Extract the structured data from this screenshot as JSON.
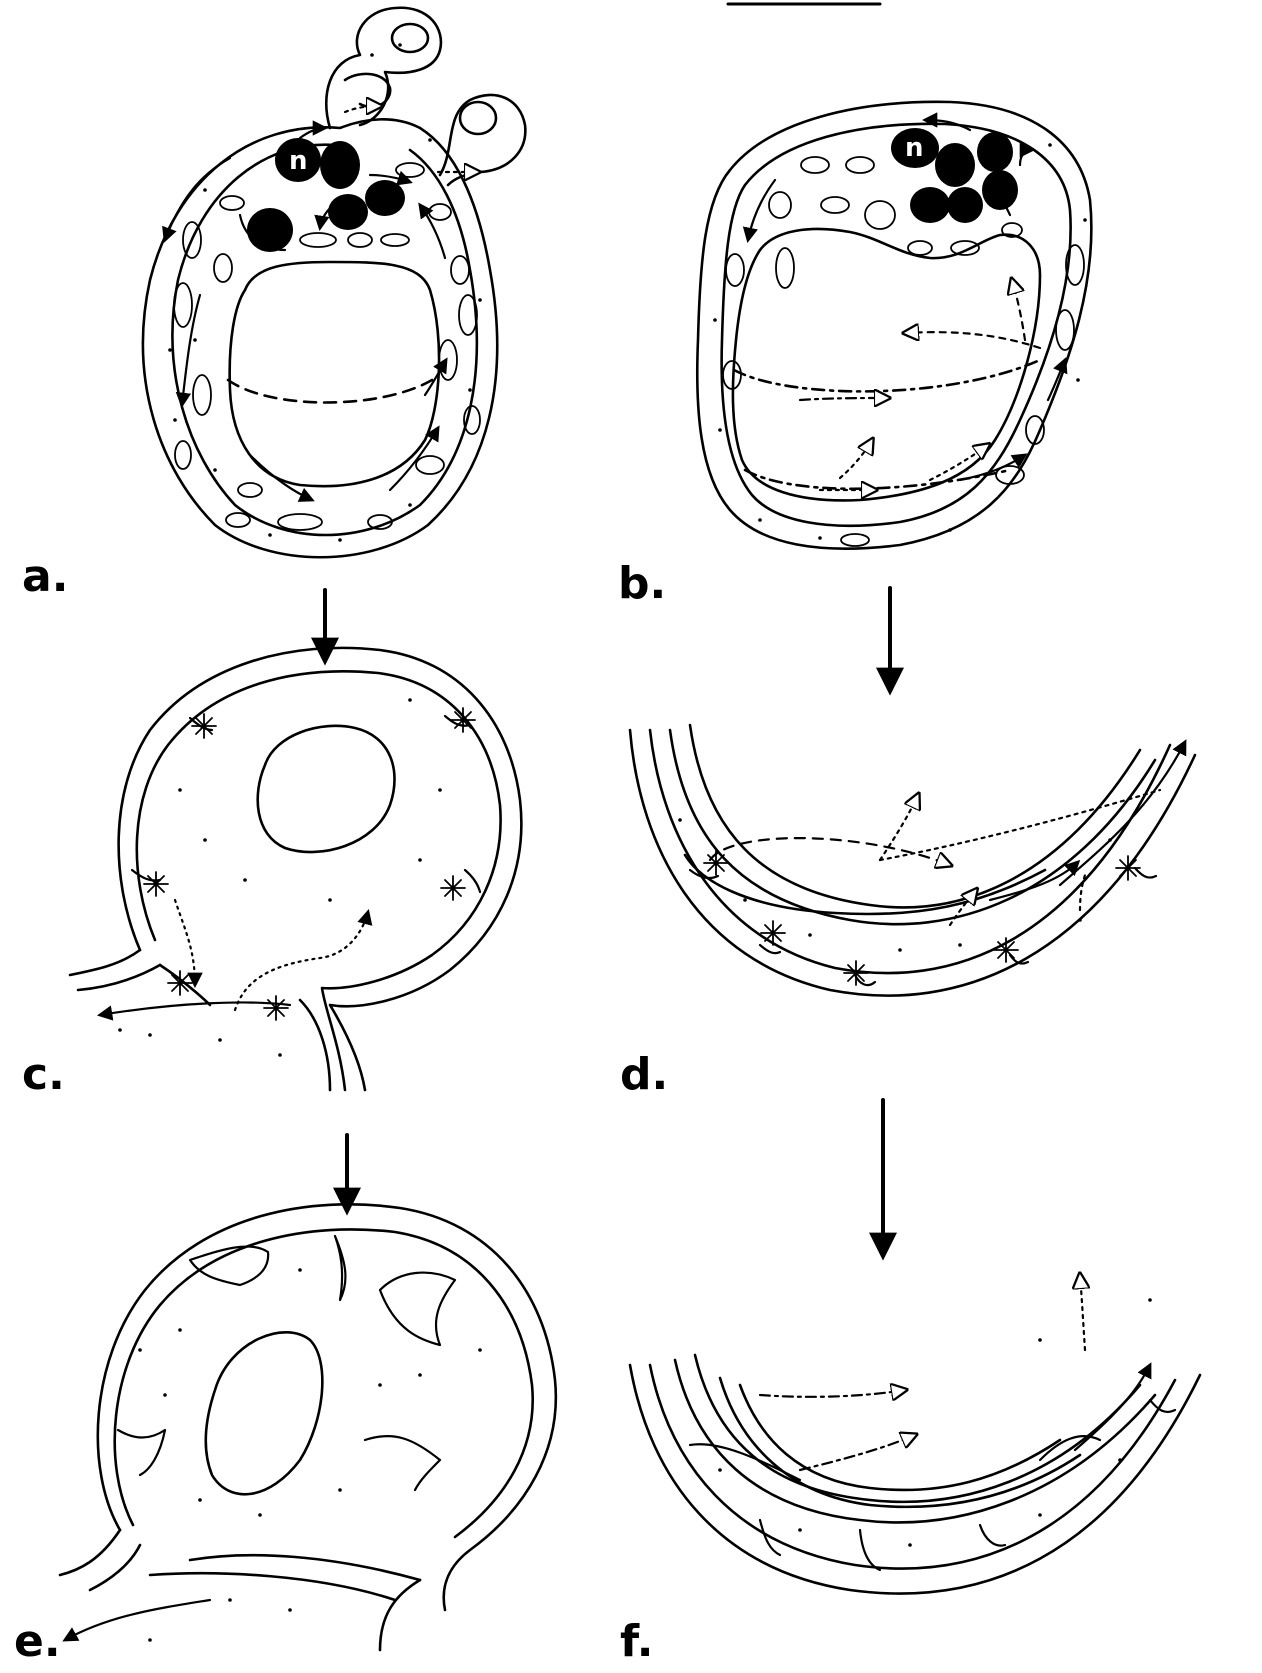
{
  "figure": {
    "panels": [
      {
        "label": "a."
      },
      {
        "label": "b."
      },
      {
        "label": "c."
      },
      {
        "label": "d."
      },
      {
        "label": "e."
      },
      {
        "label": "f."
      }
    ],
    "nucleus_label": "n",
    "line_color": "#000000",
    "background": "#ffffff"
  }
}
